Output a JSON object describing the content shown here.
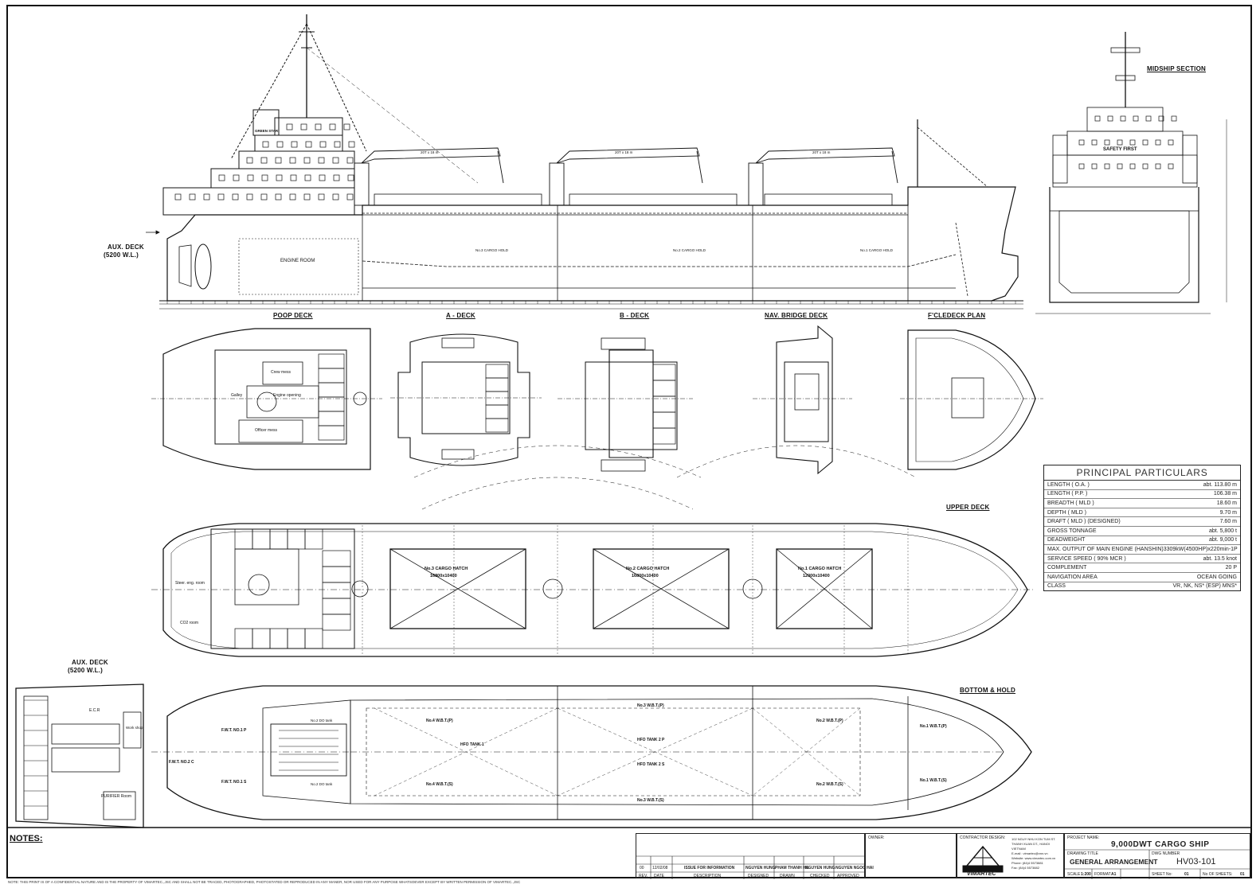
{
  "views": {
    "aux_deck_profile": "AUX. DECK",
    "aux_deck_profile_wl": "(5200 W.L.)",
    "midship_section": "MIDSHIP SECTION",
    "poop_deck": "POOP DECK",
    "a_deck": "A - DECK",
    "b_deck": "B - DECK",
    "nav_bridge_deck": "NAV. BRIDGE DECK",
    "fcle_deck_plan": "F'CLEDECK PLAN",
    "upper_deck": "UPPER DECK",
    "aux_deck_plan": "AUX. DECK",
    "aux_deck_plan_wl": "(5200 W.L.)",
    "bottom_hold": "BOTTOM & HOLD"
  },
  "profile_labels": {
    "engine_room": "ENGINE ROOM",
    "hold3": "No.3 CARGO HOLD",
    "hold2": "No.2 CARGO HOLD",
    "hold1": "No.1 CARGO HOLD",
    "green_star": "GREEN STAR",
    "safety_first": "SAFETY FIRST",
    "crane": "20T x 18 m"
  },
  "upper_deck_labels": {
    "hatch3": "No.3  CARGO  HATCH",
    "hatch3_size": "16800x10400",
    "hatch2": "No.2  CARGO  HATCH",
    "hatch2_size": "16800x10400",
    "hatch1": "No.1  CARGO  HATCH",
    "hatch1_size": "12000x10400",
    "steer": "Steer. eng. room",
    "co2": "CO2 room"
  },
  "poop_labels": {
    "galley": "Galley",
    "engine_opening": "Engine opening",
    "officer_mess": "Officer mess",
    "crew_mess": "Crew mess"
  },
  "bottom_labels": {
    "wbt4p": "No.4 W.B.T.(P)",
    "wbt4s": "No.4 W.B.T.(S)",
    "wbt3p": "No.3 W.B.T.(P)",
    "wbt3s": "No.3 W.B.T.(S)",
    "wbt2p": "No.2 W.B.T.(P)",
    "wbt2s": "No.2 W.B.T.(S)",
    "wbt1p": "No.1 W.B.T.(P)",
    "wbt1s": "No.1 W.B.T.(S)",
    "hfo1": "HFO TANK 1",
    "hfo2p": "HFO TANK 2 P",
    "hfo2s": "HFO TANK 2 S",
    "fwt_p": "F.W.T. NO.1 P",
    "fwt_s": "F.W.T. NO.1 S",
    "fwt_c": "F.W.T. NO.2 C",
    "do_p": "No.2 DO tank",
    "do_s": "No.2 DO tank"
  },
  "aux_labels": {
    "purifier": "PURIFIER Room",
    "workshop": "Work shop",
    "ecr": "E.C.R"
  },
  "principal_particulars": {
    "title": "PRINCIPAL  PARTICULARS",
    "rows": [
      {
        "label": "LENGTH     ( O.A. )",
        "value": "abt. 113.80  m"
      },
      {
        "label": "LENGTH     ( P.P. )",
        "value": "106.38  m"
      },
      {
        "label": "BREADTH    ( MLD )",
        "value": "18.60  m"
      },
      {
        "label": "DEPTH      ( MLD )",
        "value": "9.70  m"
      },
      {
        "label": "DRAFT      ( MLD ) (DESIGNED)",
        "value": "7.60  m"
      },
      {
        "label": "GROSS TONNAGE",
        "value": "abt. 5,800  t"
      },
      {
        "label": "DEADWEIGHT",
        "value": "abt. 9,000  t"
      },
      {
        "label": "MAX. OUTPUT OF MAIN ENGINE (HANSHIN)",
        "value": "3309kW(4500HP)x220min-1P"
      },
      {
        "label": "SERVICE SPEED      ( 90% MCR )",
        "value": "abt. 13.5  knot"
      },
      {
        "label": "COMPLEMENT",
        "value": "20  P"
      },
      {
        "label": "NAVIGATION AREA",
        "value": "OCEAN GOING"
      },
      {
        "label": "CLASS",
        "value": "VR, NK,      NS*  (ESP)  MNS*"
      }
    ]
  },
  "notes_label": "NOTES:",
  "revision": {
    "rev": "00",
    "date": "12/02/08",
    "description": "ISSUE FOR INFORMATION",
    "designed": "NGUYEN HUNG",
    "drawn": "PHAM THANH HA",
    "checked": "NGUYEN HUNG",
    "approved": "NGUYEN NGOC HAI",
    "headers": [
      "REV.",
      "DATE",
      "DESCRIPTION",
      "DESIGNED",
      "DRAWN",
      "CHECKED",
      "APPROVED"
    ]
  },
  "title_block": {
    "owner_label": "OWNER:",
    "contractor_label": "CONTRACTOR DESIGN:",
    "company": "VIMARTEC",
    "address1": "102 NGUY NHU KON TUM ST.",
    "address2": "THANH XUAN DT., HANOI",
    "address3": "VIETNAM",
    "email": "E-mail : vimartec@vnn.vn",
    "website": "Website: www.vimartec.com.vn",
    "phone": "Phone: (84)4 5573881",
    "fax": "Fax:     (84)4 5573882",
    "project_label": "PROJECT NAME:",
    "project": "9,000DWT  CARGO  SHIP",
    "drawing_title_label": "DRAWING TITLE",
    "drawing_title": "GENERAL  ARRANGEMENT",
    "dwg_number_label": "DWG NUMBER",
    "dwg_number": "HV03-101",
    "scale_label": "SCALE",
    "scale": "1:200",
    "format_label": "FORMAT",
    "format": "A1",
    "sheet_label": "SHEET No:",
    "sheet": "01",
    "sheets_label": "No OF SHEETS:",
    "sheets": "01"
  },
  "disclaimer": "NOTE: THIS PRINT IS OF A CONFIDENTIAL NATURE AND IS THE PROPERTY OF VIMARTEC.,JSC AND SHALL NOT BE TRACED, PHOTOGRAPHED, PHOTOSTATED OR REPRODUCED IN ANY MANER, NOR USED FOR ANY PURPOSE WHATSOEVER EXCEPT BY WRITTEN PERMISSION OF VIMARTEC.,JSC"
}
